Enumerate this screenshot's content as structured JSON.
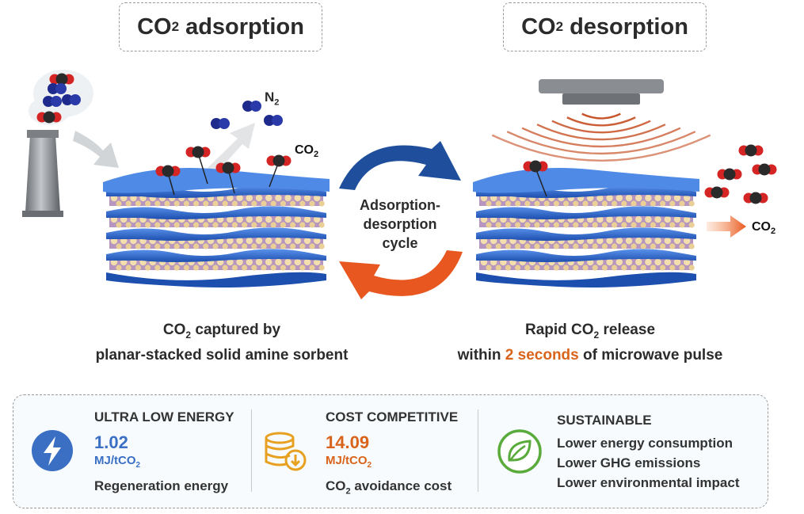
{
  "titles": {
    "adsorption_prefix": "CO",
    "adsorption_sub": "2",
    "adsorption_suffix": " adsorption",
    "desorption_prefix": "CO",
    "desorption_sub": "2",
    "desorption_suffix": " desorption"
  },
  "labels": {
    "n2_prefix": "N",
    "n2_sub": "2",
    "co2_prefix": "CO",
    "co2_sub": "2",
    "cycle_line1": "Adsorption-",
    "cycle_line2": "desorption",
    "cycle_line3": "cycle"
  },
  "captions": {
    "left_line1_prefix": "CO",
    "left_line1_sub": "2",
    "left_line1_suffix": " captured by",
    "left_line2": "planar-stacked solid amine sorbent",
    "right_line1_prefix": "Rapid CO",
    "right_line1_sub": "2",
    "right_line1_suffix": " release",
    "right_line2_prefix": "within ",
    "right_line2_highlight": "2 seconds",
    "right_line2_suffix": " of microwave pulse"
  },
  "features": {
    "energy": {
      "title": "ULTRA LOW ENERGY",
      "value": "1.02",
      "unit_prefix": "MJ/tCO",
      "unit_sub": "2",
      "desc": "Regeneration energy",
      "color": "#3a6fc4"
    },
    "cost": {
      "title": "COST COMPETITIVE",
      "value": "14.09",
      "unit_prefix": "MJ/tCO",
      "unit_sub": "2",
      "desc_prefix": "CO",
      "desc_sub": "2",
      "desc_suffix": " avoidance cost",
      "color": "#d9631a"
    },
    "sustainable": {
      "title": "SUSTAINABLE",
      "lines": [
        "Lower energy consumption",
        "Lower GHG emissions",
        "Lower environmental impact"
      ],
      "color": "#5aab3c"
    }
  },
  "icons": {
    "energy": "lightning-bolt-icon",
    "cost": "coin-stack-down-icon",
    "sustainable": "leaf-icon",
    "chimney": "smokestack-icon",
    "microwave": "microwave-emitter-icon"
  },
  "colors": {
    "cycle_top": "#1f4f9c",
    "cycle_bottom": "#e8571f",
    "sorbent_sheet": "#2f6fd3",
    "amine_bead": "#f3dfae",
    "oxygen": "#d42424",
    "carbon": "#2a2a2a",
    "nitrogen": "#1e2a8c",
    "wave": "#c8542a"
  }
}
